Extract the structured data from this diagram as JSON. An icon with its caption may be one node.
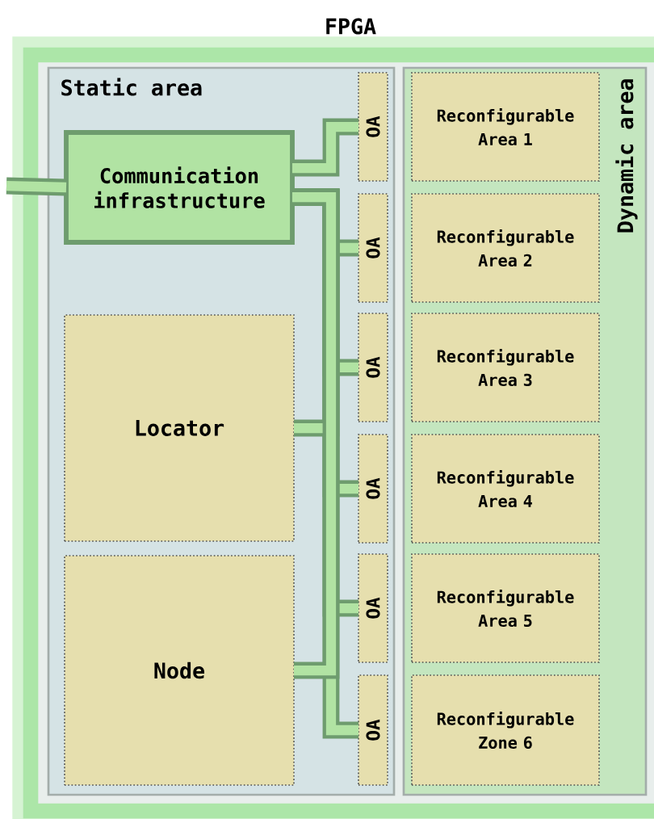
{
  "diagram": {
    "nodes": [
      {
        "text": [
          "FPGA"
        ]
      },
      {
        "text": [
          "Static area"
        ],
        "in": 0
      },
      {
        "text": [
          "Communication infrastructure"
        ],
        "in": 1
      },
      {
        "text": [
          "Locator"
        ],
        "in": 1
      },
      {
        "text": [
          "Node"
        ],
        "in": 1
      },
      {
        "text": [
          "OA"
        ],
        "in": 1
      },
      {
        "text": [
          "OA"
        ],
        "in": 1
      },
      {
        "text": [
          "OA"
        ],
        "in": 1
      },
      {
        "text": [
          "OA"
        ],
        "in": 1
      },
      {
        "text": [
          "OA"
        ],
        "in": 1
      },
      {
        "text": [
          "OA"
        ],
        "in": 1
      },
      {
        "text": [
          "Dynamic area"
        ],
        "in": 0
      },
      {
        "text": [
          "Reconfigurable Area 1"
        ],
        "in": 11
      },
      {
        "text": [
          "Reconfigurable Area 2"
        ],
        "in": 11
      },
      {
        "text": [
          "Reconfigurable Area 3"
        ],
        "in": 11
      },
      {
        "text": [
          "Reconfigurable Area 4"
        ],
        "in": 11
      },
      {
        "text": [
          "Reconfigurable Area 5"
        ],
        "in": 11
      },
      {
        "text": [
          "Reconfigurable Zone 6"
        ],
        "in": 11
      }
    ],
    "edges": [
      {
        "from": null,
        "to": 2,
        "arrow": "none"
      },
      {
        "from": 2,
        "to": 5,
        "arrow": "none"
      },
      {
        "from": 2,
        "to": 6,
        "arrow": "none"
      },
      {
        "from": 2,
        "to": 7,
        "arrow": "none"
      },
      {
        "from": 2,
        "to": 8,
        "arrow": "none"
      },
      {
        "from": 2,
        "to": 9,
        "arrow": "none"
      },
      {
        "from": 2,
        "to": 10,
        "arrow": "none"
      },
      {
        "from": 3,
        "to": 2,
        "arrow": "none"
      },
      {
        "from": 4,
        "to": 2,
        "arrow": "none"
      }
    ]
  }
}
